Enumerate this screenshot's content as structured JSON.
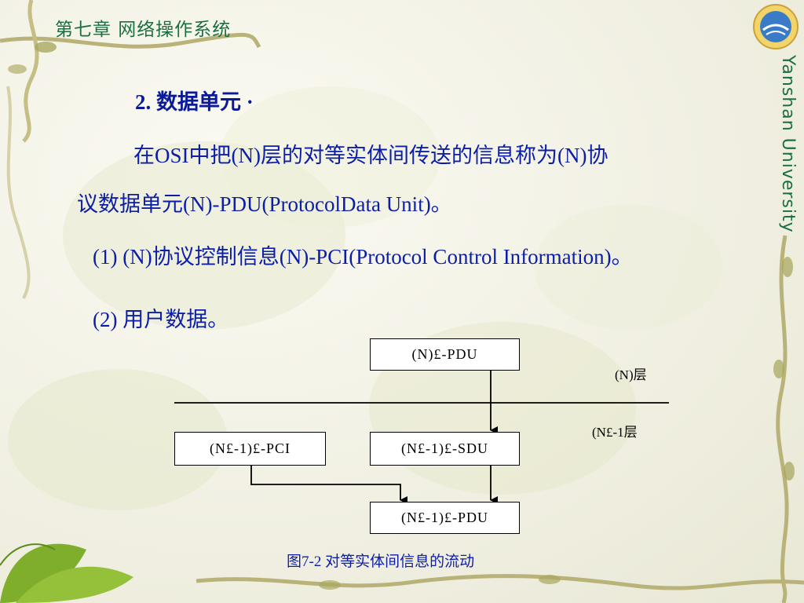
{
  "slide": {
    "chapter_title": "第七章  网络操作系统",
    "university": "Yanshan University",
    "heading": "2. 数据单元 ·",
    "paragraph_line1": "在OSI中把(N)层的对等实体间传送的信息称为(N)协",
    "paragraph_line2": "议数据单元(N)-PDU(ProtocolData Unit)。",
    "item1": "(1)  (N)协议控制信息(N)-PCI(Protocol Control Information)。",
    "item2": "(2) 用户数据。"
  },
  "diagram": {
    "top_box": "(N)£-PDU",
    "layer_n": "(N)层",
    "layer_n_minus_1": "(N£-1层",
    "pci_box": "(N£-1)£-PCI",
    "sdu_box": "(N£-1)£-SDU",
    "pdu_box": "(N£-1)£-PDU",
    "caption": "图7-2 对等实体间信息的流动"
  }
}
